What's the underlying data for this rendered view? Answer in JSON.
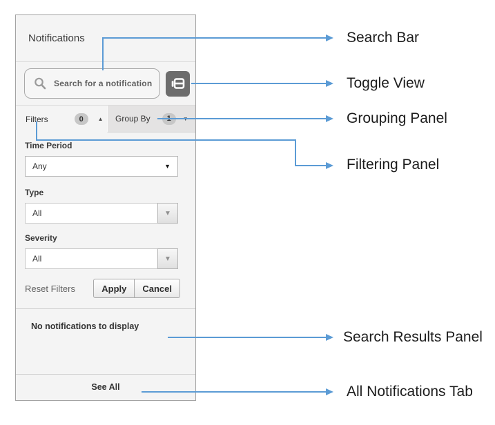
{
  "panel": {
    "title": "Notifications",
    "search": {
      "placeholder": "Search for a notification"
    },
    "tabs": {
      "filters": {
        "label": "Filters",
        "badge": "0"
      },
      "group_by": {
        "label": "Group By",
        "badge": "1"
      }
    },
    "filters": {
      "fields": [
        {
          "label": "Time Period",
          "value": "Any"
        },
        {
          "label": "Type",
          "value": "All"
        },
        {
          "label": "Severity",
          "value": "All"
        }
      ],
      "reset_label": "Reset Filters",
      "apply_label": "Apply",
      "cancel_label": "Cancel"
    },
    "results": {
      "empty_message": "No notifications to display"
    },
    "footer": {
      "see_all_label": "See All"
    }
  },
  "annotations": {
    "line_color": "#5b9bd5",
    "items": [
      {
        "label": "Search Bar"
      },
      {
        "label": "Toggle View"
      },
      {
        "label": "Grouping Panel"
      },
      {
        "label": "Filtering Panel"
      },
      {
        "label": "Search Results Panel"
      },
      {
        "label": "All Notifications Tab"
      }
    ]
  },
  "icons": {
    "caret_up": "▲",
    "caret_down": "▼",
    "select_caret": "▼"
  }
}
